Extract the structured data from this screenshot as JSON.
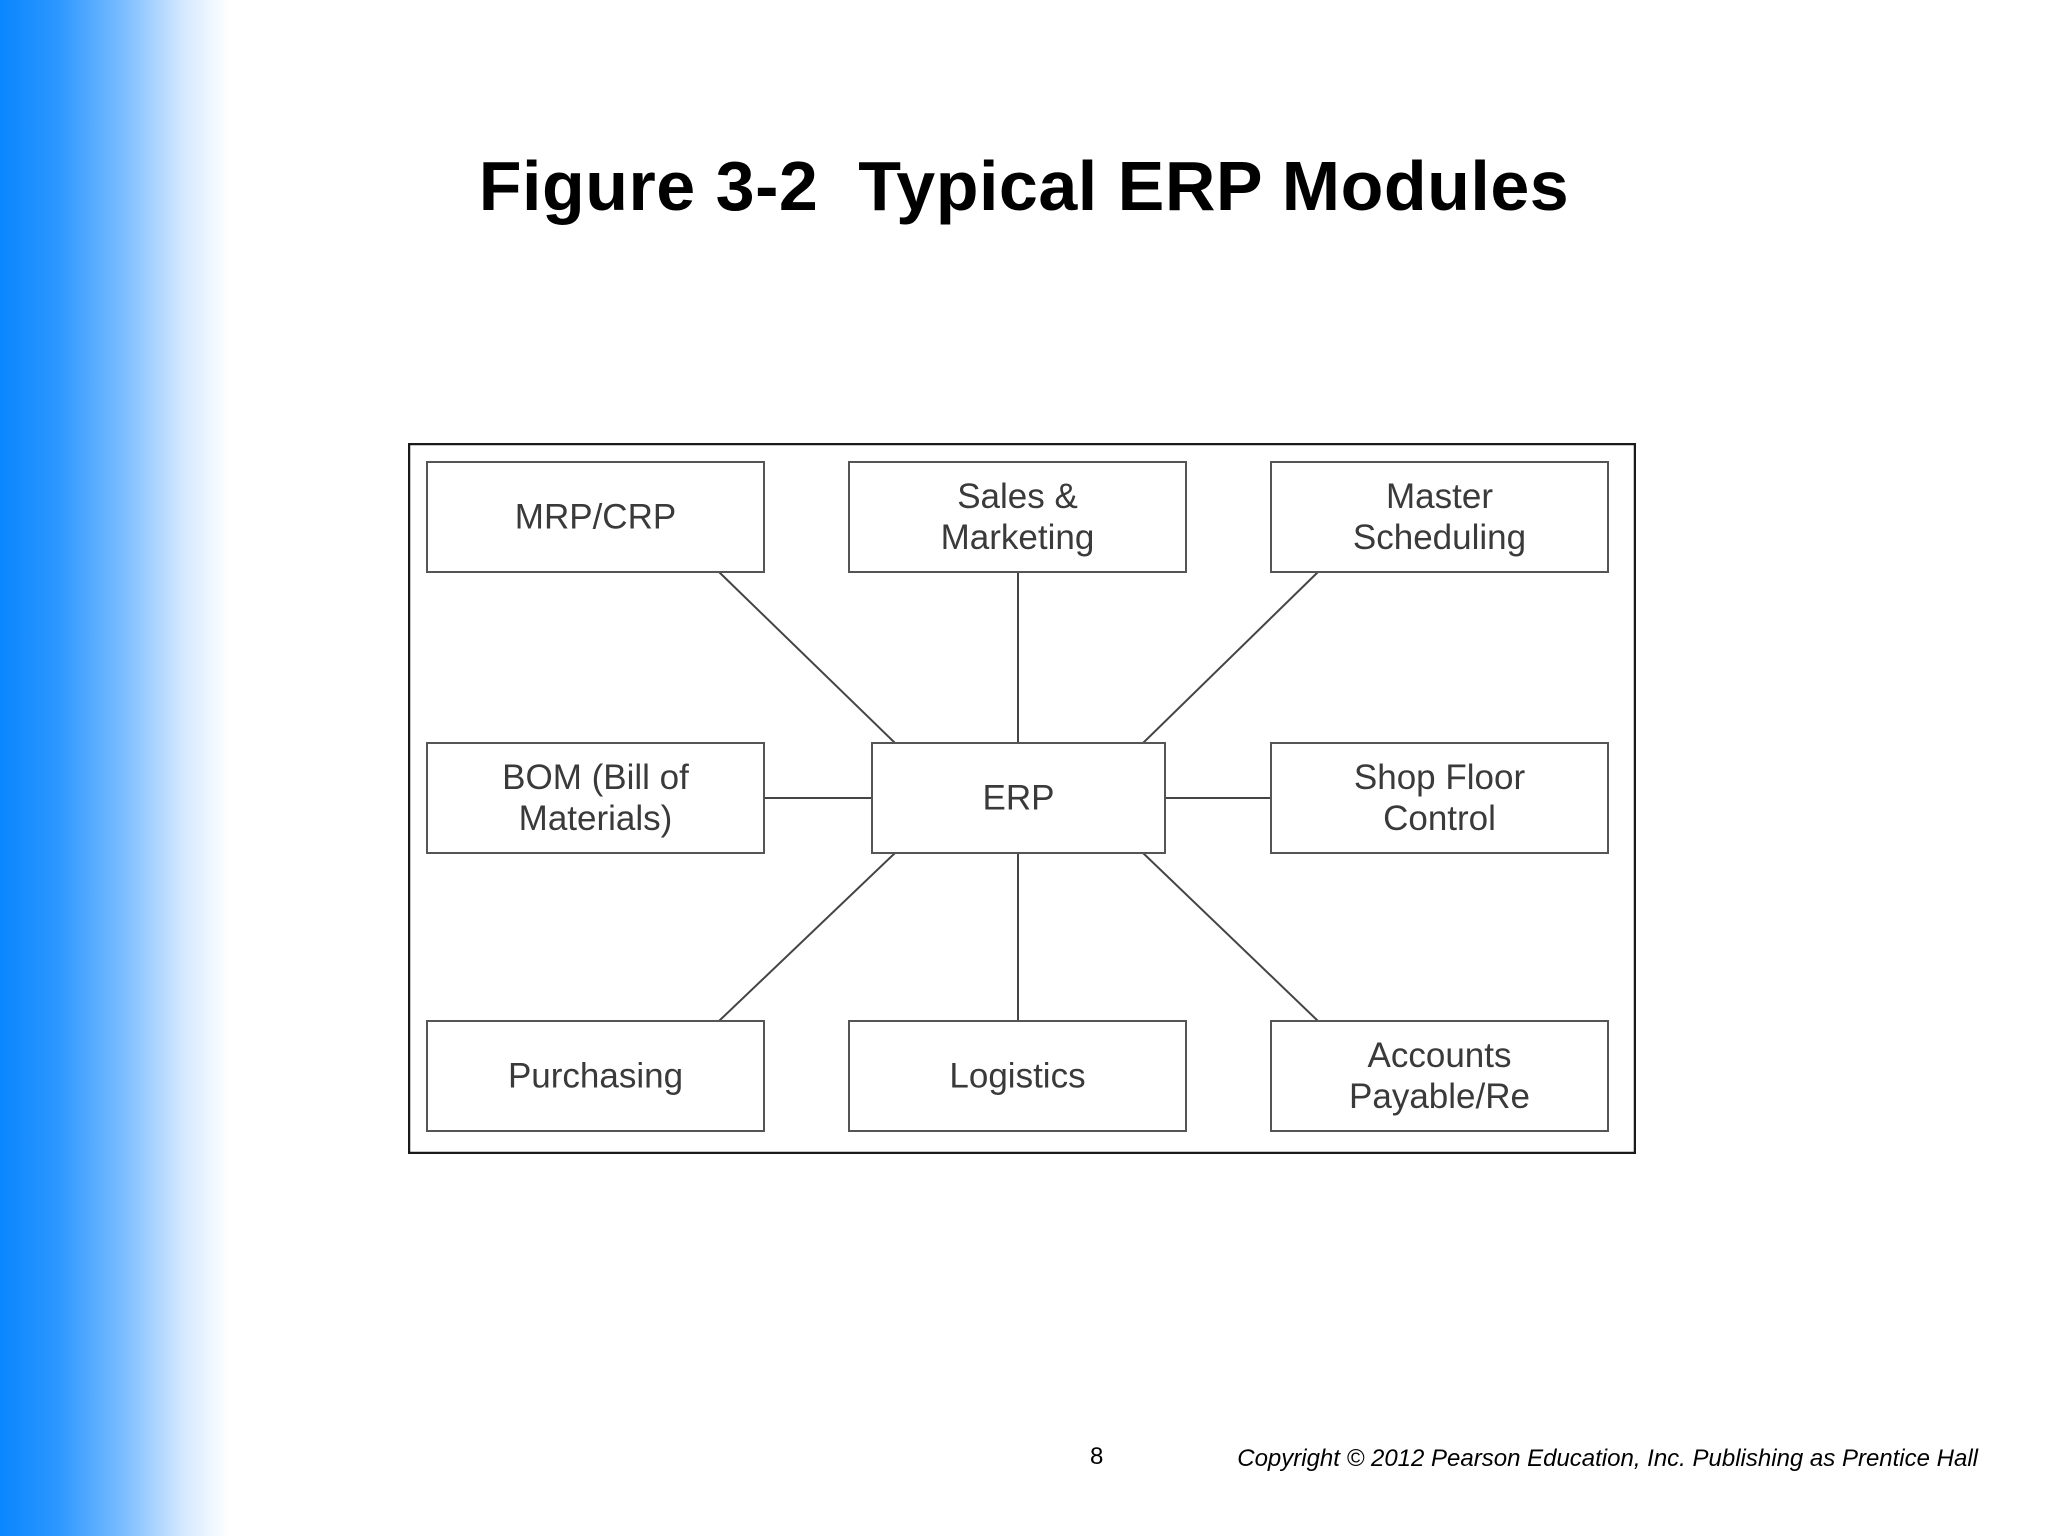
{
  "slide": {
    "title": "Figure 3-2  Typical ERP Modules",
    "page_number": "8",
    "copyright": "Copyright  © 2012 Pearson Education, Inc. Publishing as Prentice Hall",
    "accent_gradient_color": "#0a86ff"
  },
  "diagram": {
    "center": {
      "id": "erp",
      "lines": [
        "ERP"
      ]
    },
    "modules": [
      {
        "id": "mrp-crp",
        "lines": [
          "MRP/CRP"
        ]
      },
      {
        "id": "sales-marketing",
        "lines": [
          "Sales &",
          "Marketing"
        ]
      },
      {
        "id": "master-scheduling",
        "lines": [
          "Master",
          "Scheduling"
        ]
      },
      {
        "id": "bom",
        "lines": [
          "BOM (Bill of",
          "Materials)"
        ]
      },
      {
        "id": "shop-floor-control",
        "lines": [
          "Shop Floor",
          "Control"
        ]
      },
      {
        "id": "purchasing",
        "lines": [
          "Purchasing"
        ]
      },
      {
        "id": "logistics",
        "lines": [
          "Logistics"
        ]
      },
      {
        "id": "accounts-payable",
        "lines": [
          "Accounts",
          "Payable/Re"
        ]
      }
    ],
    "connections": [
      [
        "erp",
        "mrp-crp"
      ],
      [
        "erp",
        "sales-marketing"
      ],
      [
        "erp",
        "master-scheduling"
      ],
      [
        "erp",
        "bom"
      ],
      [
        "erp",
        "shop-floor-control"
      ],
      [
        "erp",
        "purchasing"
      ],
      [
        "erp",
        "logistics"
      ],
      [
        "erp",
        "accounts-payable"
      ]
    ]
  }
}
